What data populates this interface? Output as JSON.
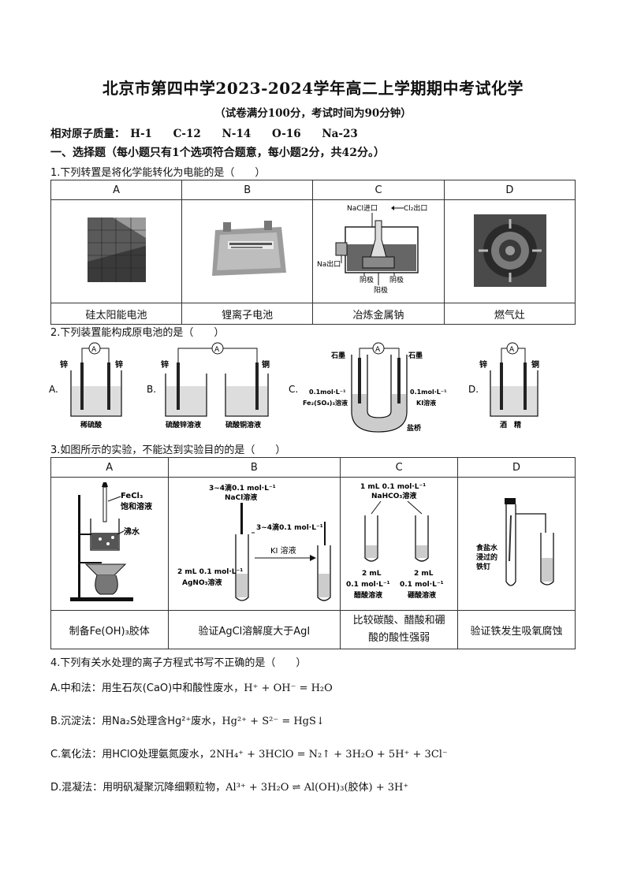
{
  "title": "北京市第四中学2023-2024学年高二上学期期中考试化学",
  "subtitle": "（试卷满分100分，考试时间为90分钟）",
  "atoms": {
    "label": "相对原子质量：",
    "items": [
      "H-1",
      "C-12",
      "N-14",
      "O-16",
      "Na-23"
    ]
  },
  "section1": "一、选择题（每小题只有1个选项符合题意，每小题2分，共42分。）",
  "q1": {
    "stem": "1.下列转置是将化学能转化为电能的是（　　）",
    "headers": [
      "A",
      "B",
      "C",
      "D"
    ],
    "captions": [
      "硅太阳能电池",
      "锂离子电池",
      "冶炼金属钠",
      "燃气灶"
    ],
    "c_labels": {
      "nacl": "NaCl进口",
      "cl2": "Cl₂出口",
      "na": "Na出口",
      "cathode1": "阴极",
      "cathode2": "阴极",
      "anode": "阳极"
    }
  },
  "q2": {
    "stem": "2.下列装置能构成原电池的是（　　）",
    "options": [
      "A.",
      "B.",
      "C.",
      "D."
    ],
    "a": {
      "left": "锌",
      "right": "锌",
      "solution": "稀硫酸"
    },
    "b": {
      "left": "锌",
      "right": "铜",
      "sol1": "硫酸锌溶液",
      "sol2": "硫酸铜溶液"
    },
    "c": {
      "left": "石墨",
      "right": "石墨",
      "lconc": "0.1mol·L⁻¹",
      "lsol": "Fe₂(SO₄)₃溶液",
      "rconc": "0.1mol·L⁻¹",
      "rsol": "KI溶液",
      "bridge": "盐桥"
    },
    "d": {
      "left": "锌",
      "right": "铜",
      "solution": "酒　精"
    },
    "meter": "A"
  },
  "q3": {
    "stem": "3.如图所示的实验，不能达到实验目的的是（　　）",
    "headers": [
      "A",
      "B",
      "C",
      "D"
    ],
    "captions": [
      "制备Fe(OH)₃胶体",
      "验证AgCl溶解度大于AgI",
      "比较碳酸、醋酸和硼酸的酸性强弱",
      "验证铁发生吸氧腐蚀"
    ],
    "a_labels": {
      "reagent": "FeCl₃",
      "reagent2": "饱和溶液",
      "water": "沸水"
    },
    "b_labels": {
      "drop1": "3~4滴0.1 mol·L⁻¹",
      "drop1b": "NaCl溶液",
      "drop2": "3~4滴0.1 mol·L⁻¹",
      "drop2b": "KI 溶液",
      "base": "2 mL 0.1 mol·L⁻¹",
      "base2": "AgNO₃溶液"
    },
    "c_labels": {
      "top": "1 mL 0.1 mol·L⁻¹",
      "top2": "NaHCO₃溶液",
      "l1": "2 mL",
      "l2": "0.1 mol·L⁻¹",
      "l3": "醋酸溶液",
      "r1": "2 mL",
      "r2": "0.1 mol·L⁻¹",
      "r3": "硼酸溶液"
    },
    "d_labels": {
      "l1": "食盐水",
      "l2": "浸过的",
      "l3": "铁钉"
    }
  },
  "q4": {
    "stem": "4.下列有关水处理的离子方程式书写不正确的是（　　）",
    "options": [
      {
        "prefix": "A.中和法：用生石灰(CaO)中和酸性废水，",
        "eq": "H⁺ + OH⁻ = H₂O"
      },
      {
        "prefix": "B.沉淀法：用Na₂S处理含Hg²⁺废水，",
        "eq": "Hg²⁺ + S²⁻ = HgS↓"
      },
      {
        "prefix": "C.氧化法：用HClO处理氨氮废水，",
        "eq": "2NH₄⁺ + 3HClO = N₂↑ + 3H₂O + 5H⁺ + 3Cl⁻"
      },
      {
        "prefix": "D.混凝法：用明矾凝聚沉降细颗粒物，",
        "eq": "Al³⁺ + 3H₂O ⇌ Al(OH)₃(胶体) + 3H⁺"
      }
    ]
  }
}
